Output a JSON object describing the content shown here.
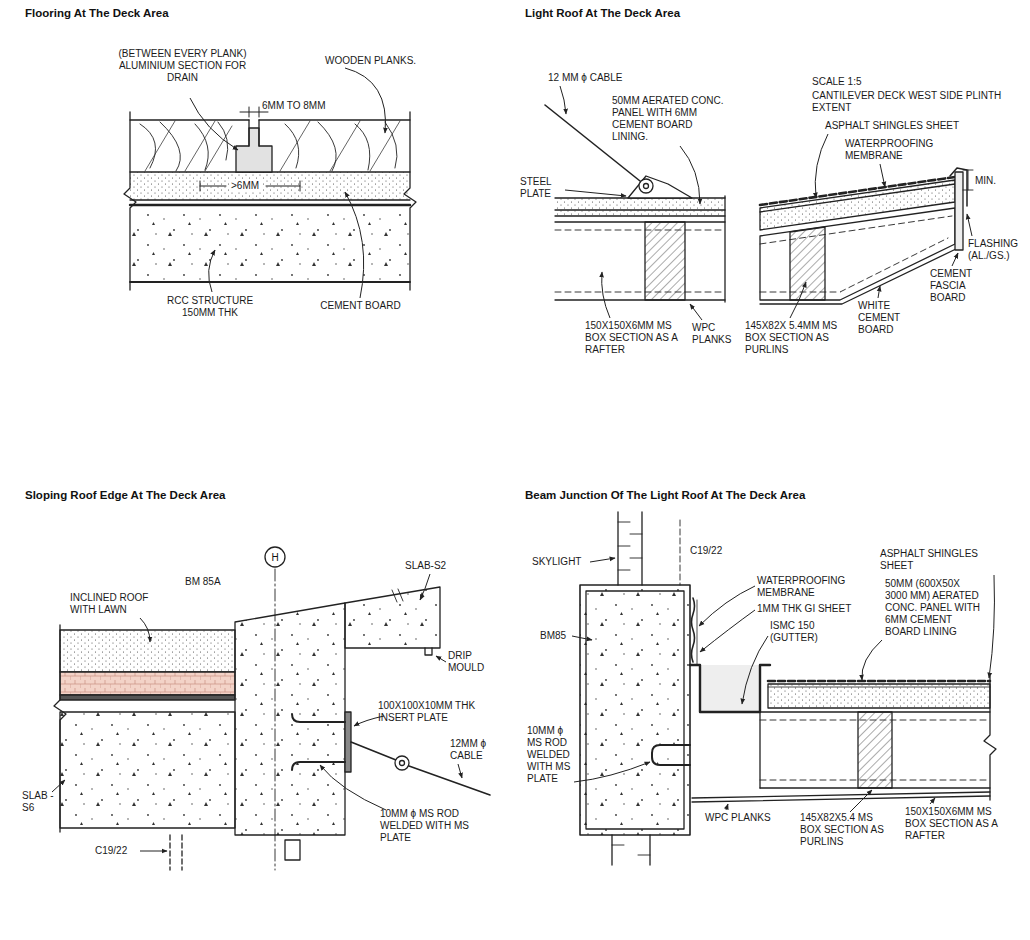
{
  "diagram": {
    "nodes": [
      {
        "text": [
          "H"
        ]
      }
    ],
    "labels": [
      "Flooring At The Deck Area",
      "(BETWEEN EVERY PLANK) ALUMINIUM SECTION FOR DRAIN",
      "WOODEN PLANKS.",
      "6MM TO 8MM",
      ">6MM",
      "RCC STRUCTURE 150MM THK",
      "CEMENT BOARD",
      "Light Roof At The Deck Area",
      "12 MM ϕ CABLE",
      "50MM AERATED CONC. PANEL WITH 6MM CEMENT BOARD LINING.",
      "STEEL PLATE",
      "150X150X6MM MS BOX SECTION AS A RAFTER",
      "WPC PLANKS",
      "145X82X 5.4MM MS BOX SECTION AS PURLINS",
      "SCALE 1:5",
      "CANTILEVER DECK WEST SIDE PLINTH EXTENT",
      "ASPHALT SHINGLES SHEET",
      "WATERPROOFING MEMBRANE",
      "MIN.",
      "FLASHING (AL./GS.)",
      "CEMENT FASCIA BOARD",
      "WHITE CEMENT BOARD",
      "Sloping Roof Edge At The Deck Area",
      "BM 85A",
      "SLAB-S2",
      "INCLINED ROOF WITH LAWN",
      "DRIP MOULD",
      "100X100X10MM THK INSERT PLATE",
      "12MM ϕ CABLE",
      "SLAB -S6",
      "C19/22",
      "10MM ϕ MS ROD WELDED WITH MS PLATE",
      "Beam Junction Of The Light Roof At The Deck Area",
      "SKYLIGHT",
      "C19/22",
      "ASPHALT SHINGLES SHEET",
      "WATERPROOFING MEMBRANE",
      "1MM THK GI SHEET",
      "ISMC 150 (GUTTER)",
      "50MM (600X50X 3000 MM) AERATED CONC. PANEL WITH 6MM CEMENT BOARD LINING",
      "BM85",
      "10MM ϕ MS ROD WELDED WITH MS PLATE",
      "WPC PLANKS",
      "145X82X5.4 MS BOX SECTION AS PURLINS",
      "150X150X6MM MS BOX SECTION AS A RAFTER"
    ]
  }
}
